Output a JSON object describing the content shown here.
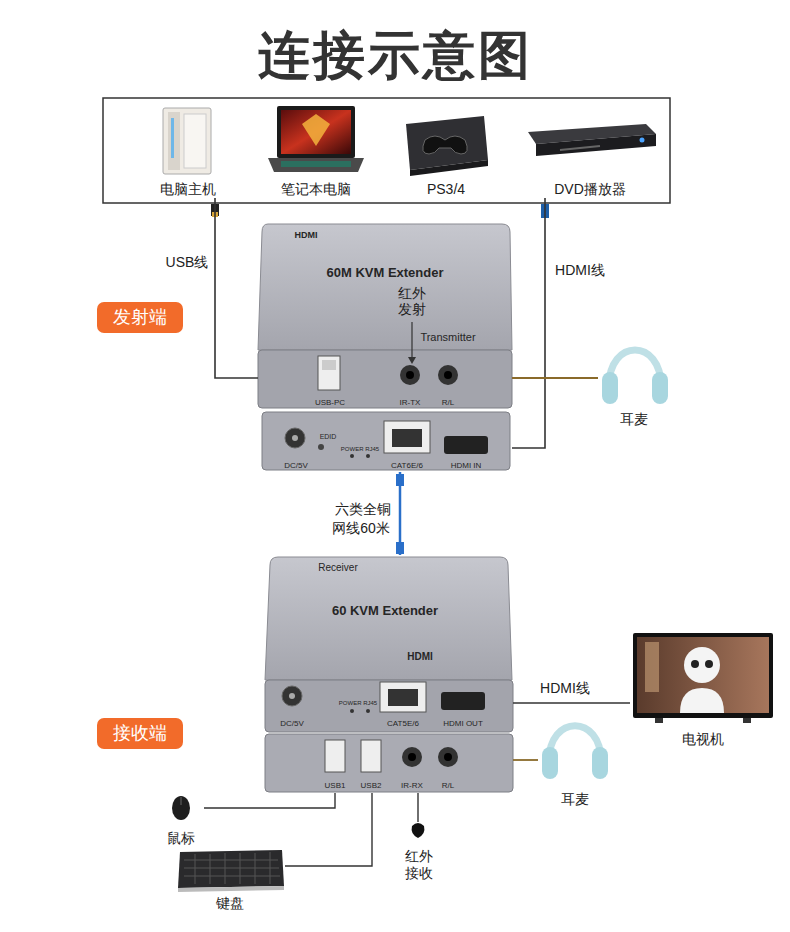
{
  "diagram": {
    "title": "连接示意图",
    "nodes": [
      {
        "text": [
          "电脑主机"
        ]
      },
      {
        "text": [
          "笔记本电脑"
        ]
      },
      {
        "text": [
          "PS3/4"
        ]
      },
      {
        "text": [
          "DVD播放器"
        ]
      },
      {
        "text": [
          "HDMI",
          "60M KVM Extender",
          "Transmitter",
          "USB-PC",
          "IR-TX",
          "R/L",
          "DC/5V",
          "EDID",
          "POWER RJ45",
          "CAT6E/6",
          "HDMI IN"
        ]
      },
      {
        "text": [
          "发射端"
        ]
      },
      {
        "text": [
          "耳麦"
        ]
      },
      {
        "text": [
          "Receiver",
          "60 KVM Extender",
          "HDMI",
          "DC/5V",
          "POWER RJ45",
          "CAT5E/6",
          "HDMI OUT",
          "USB1",
          "USB2",
          "IR-RX",
          "R/L"
        ]
      },
      {
        "text": [
          "电视机"
        ]
      },
      {
        "text": [
          "接收端"
        ]
      },
      {
        "text": [
          "耳麦"
        ]
      },
      {
        "text": [
          "鼠标"
        ]
      },
      {
        "text": [
          "红外 接收"
        ]
      },
      {
        "text": [
          "键盘"
        ]
      }
    ],
    "edges": [
      {
        "from": 0,
        "to": 4,
        "arrow": "none",
        "label": "USB线"
      },
      {
        "from": 3,
        "to": 4,
        "arrow": "none",
        "label": "HDMI线"
      },
      {
        "from": 4,
        "to": 6,
        "arrow": "none"
      },
      {
        "from": 4,
        "to": 7,
        "arrow": "none",
        "label": "六类全铜 网线60米"
      },
      {
        "from": 7,
        "to": 8,
        "arrow": "none",
        "label": "HDMI线"
      },
      {
        "from": 7,
        "to": 10,
        "arrow": "none"
      },
      {
        "from": 7,
        "to": 11,
        "arrow": "none"
      },
      {
        "from": 7,
        "to": 13,
        "arrow": "none"
      },
      {
        "from": 7,
        "to": 12,
        "arrow": "none"
      }
    ],
    "labels": [
      "红外 发射"
    ]
  }
}
